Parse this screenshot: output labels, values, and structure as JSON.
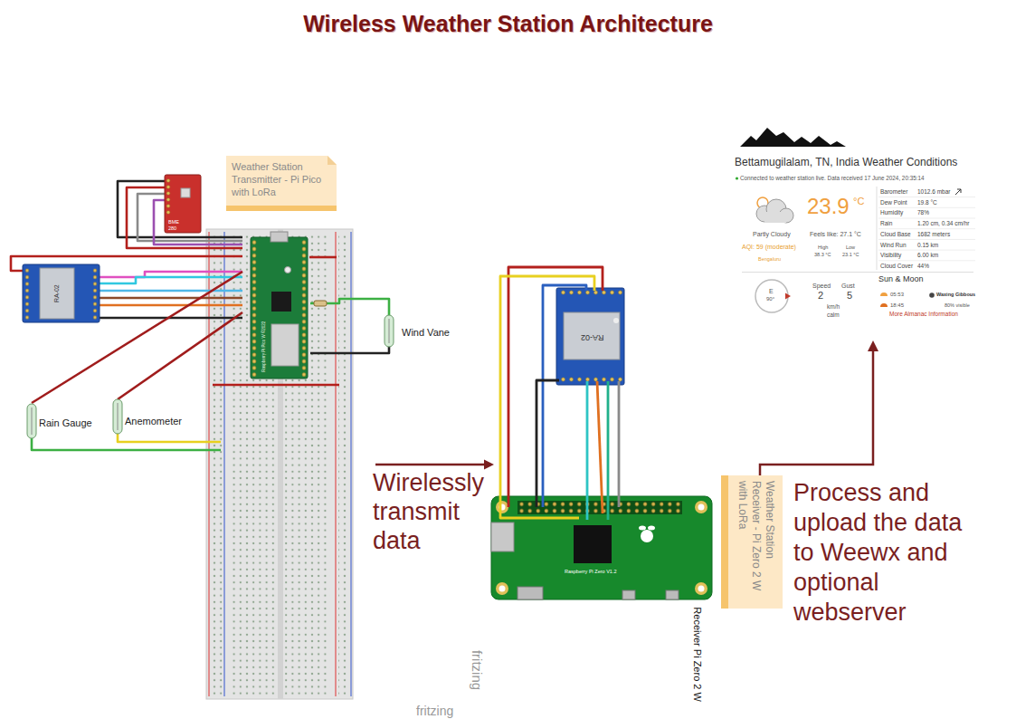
{
  "diagram": {
    "title": "Wireless Weather Station Architecture",
    "nodes": [
      {
        "text": [
          "Weather Station Transmitter - Pi Pico with LoRa"
        ]
      },
      {
        "text": [
          "Bettamugilalam, TN, India Weather Conditions",
          "Connected to weather station live. Data received 17 June 2024, 20:35:14",
          "23.9",
          "°C",
          "Partly Cloudy",
          "Feels like: 27.1 °C",
          "AQI: 59 (moderate)",
          "Bengaluru",
          "High",
          "38.3 °C",
          "Low",
          "23.1 °C",
          "Barometer",
          "1012.6 mbar",
          "Dew Point",
          "19.8 °C",
          "Humidity",
          "78%",
          "Rain",
          "1.20 cm, 0.34 cm/hr",
          "Cloud Base",
          "1682 meters",
          "Wind Run",
          "0.15 km",
          "Visibility",
          "6.00 km",
          "Cloud Cover",
          "44%",
          "E",
          "90°",
          "Speed",
          "Gust",
          "2",
          "5",
          "km/h",
          "calm",
          "Sun & Moon",
          "05:53",
          "18:45",
          "Waxing Gibbous",
          "80% visible",
          "More Almanac Information"
        ]
      },
      {
        "text": [
          "Weather Station Receiver - Pi Zero 2 W with LoRa"
        ]
      }
    ],
    "edges": [
      {
        "from": 2,
        "to": 1,
        "arrow": "to",
        "label": "Process and upload the data to Weewx and optional webserver"
      }
    ],
    "labels": [
      "BME 280",
      "RA-02",
      "Raspberry Pi Pico W ©2022",
      "Wind Vane",
      "Rain Gauge",
      "Anemometer",
      "Wirelessly transmit data",
      "RA-02",
      "Raspberry Pi Zero V1.2",
      "Receiver Pi Zero 2 W",
      "fritzing",
      "fritzing"
    ]
  }
}
